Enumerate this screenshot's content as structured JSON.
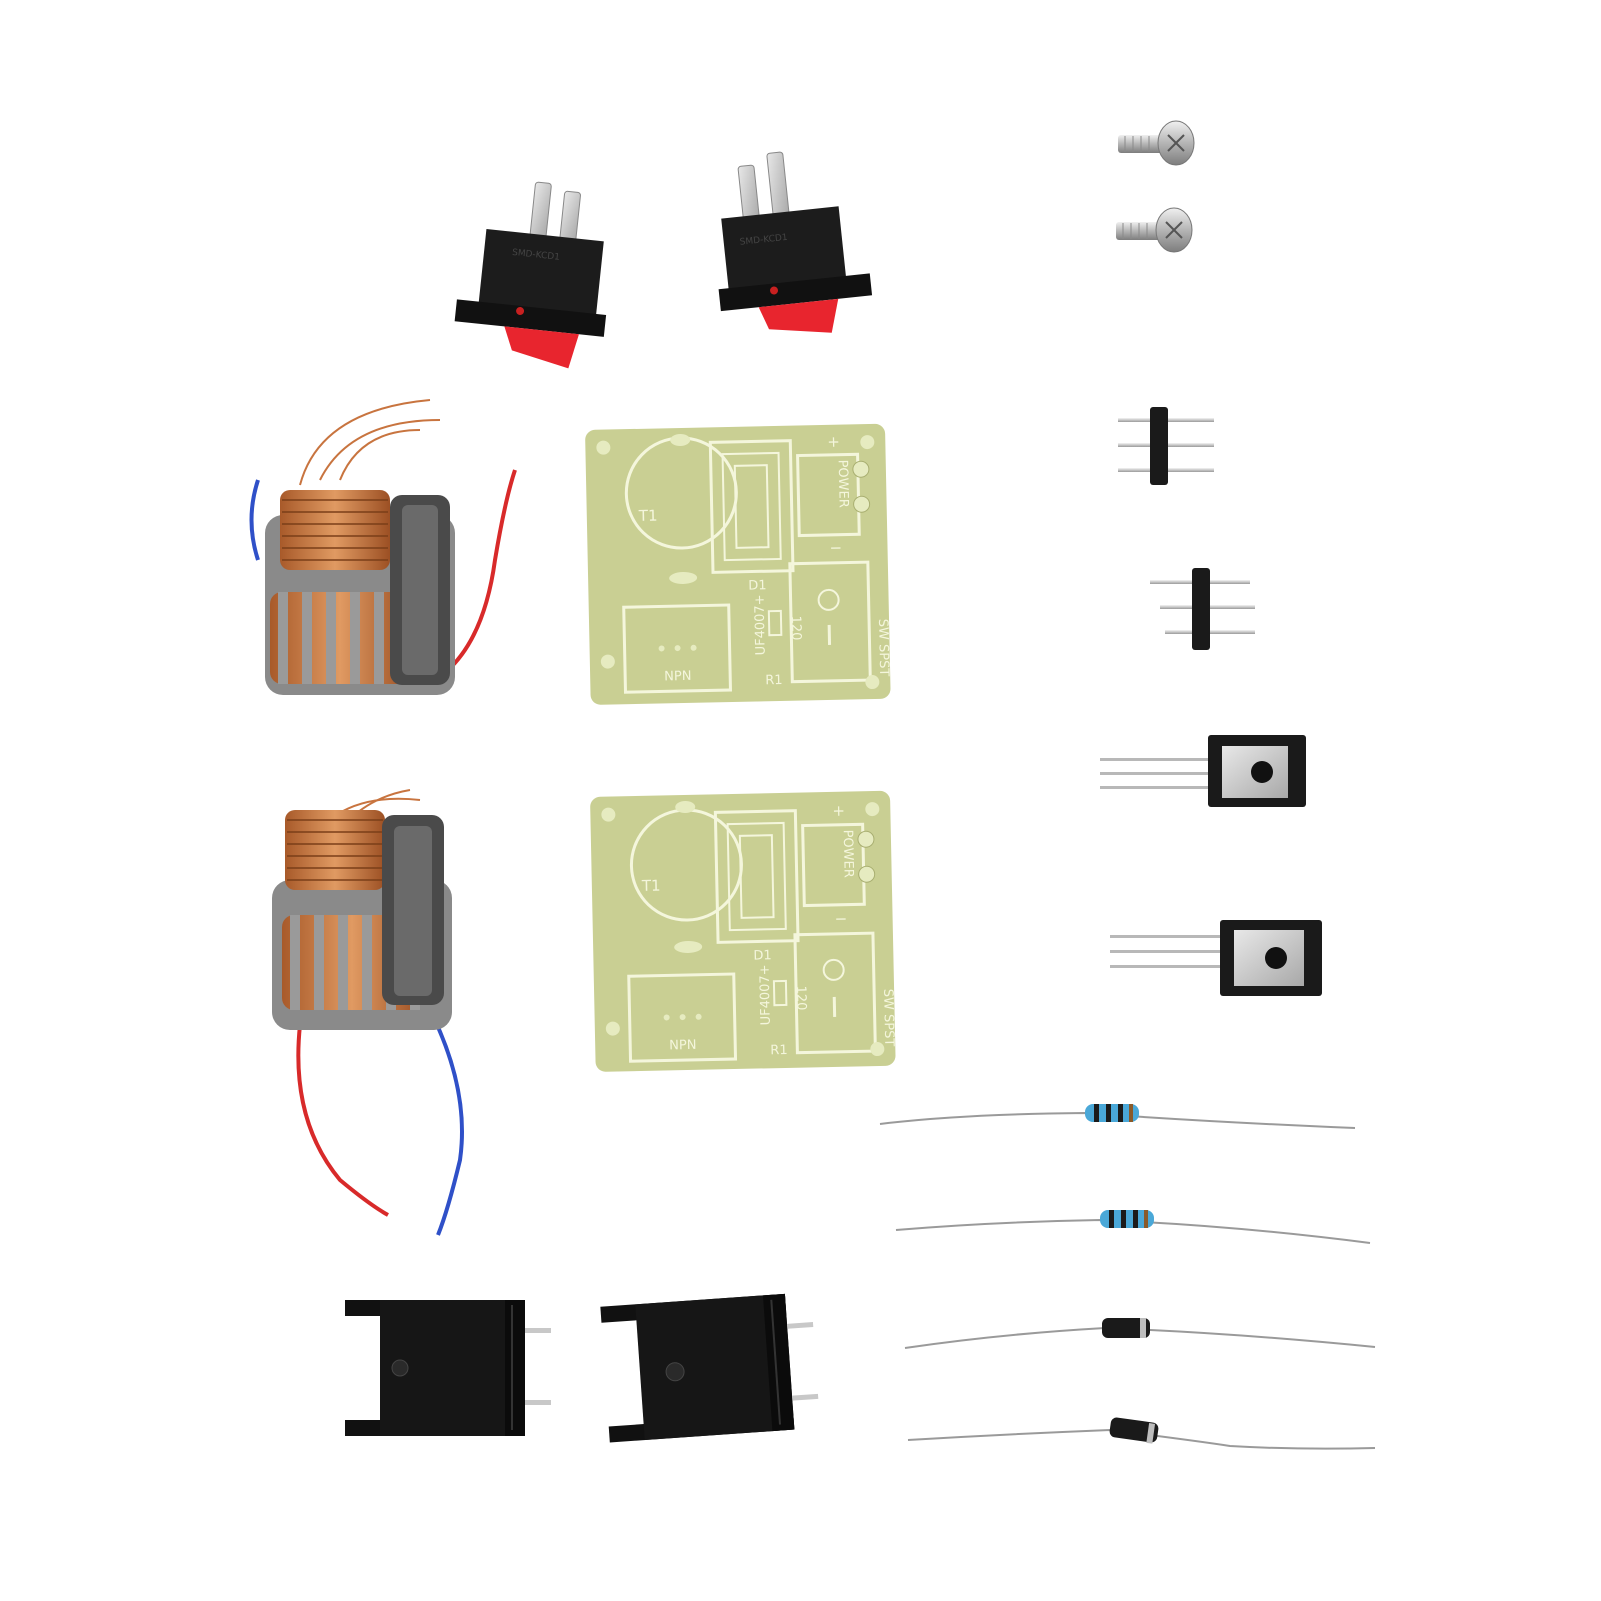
{
  "photo": {
    "background": "#ffffff",
    "colors": {
      "pcb": "#c9cf93",
      "pcb_trace": "#f4f6dc",
      "switch_body": "#1a1a1a",
      "rocker": "#e8252e",
      "copper": "#c8743f",
      "bobbin": "#8a8a8a",
      "wire_red": "#d82a2a",
      "wire_blue": "#2f50c8",
      "resistor": "#4aa8d8",
      "heatsink": "#111111"
    }
  },
  "pcb_labels": {
    "t1": "T1",
    "power": "POWER",
    "d1": "D1",
    "diode_part": "UF4007+",
    "r1_value": "120",
    "r1": "R1",
    "npn": "NPN",
    "switch": "SW SPST",
    "plus": "+",
    "minus": "−"
  },
  "switch_labels": {
    "marking": "SMD-KCD1"
  }
}
